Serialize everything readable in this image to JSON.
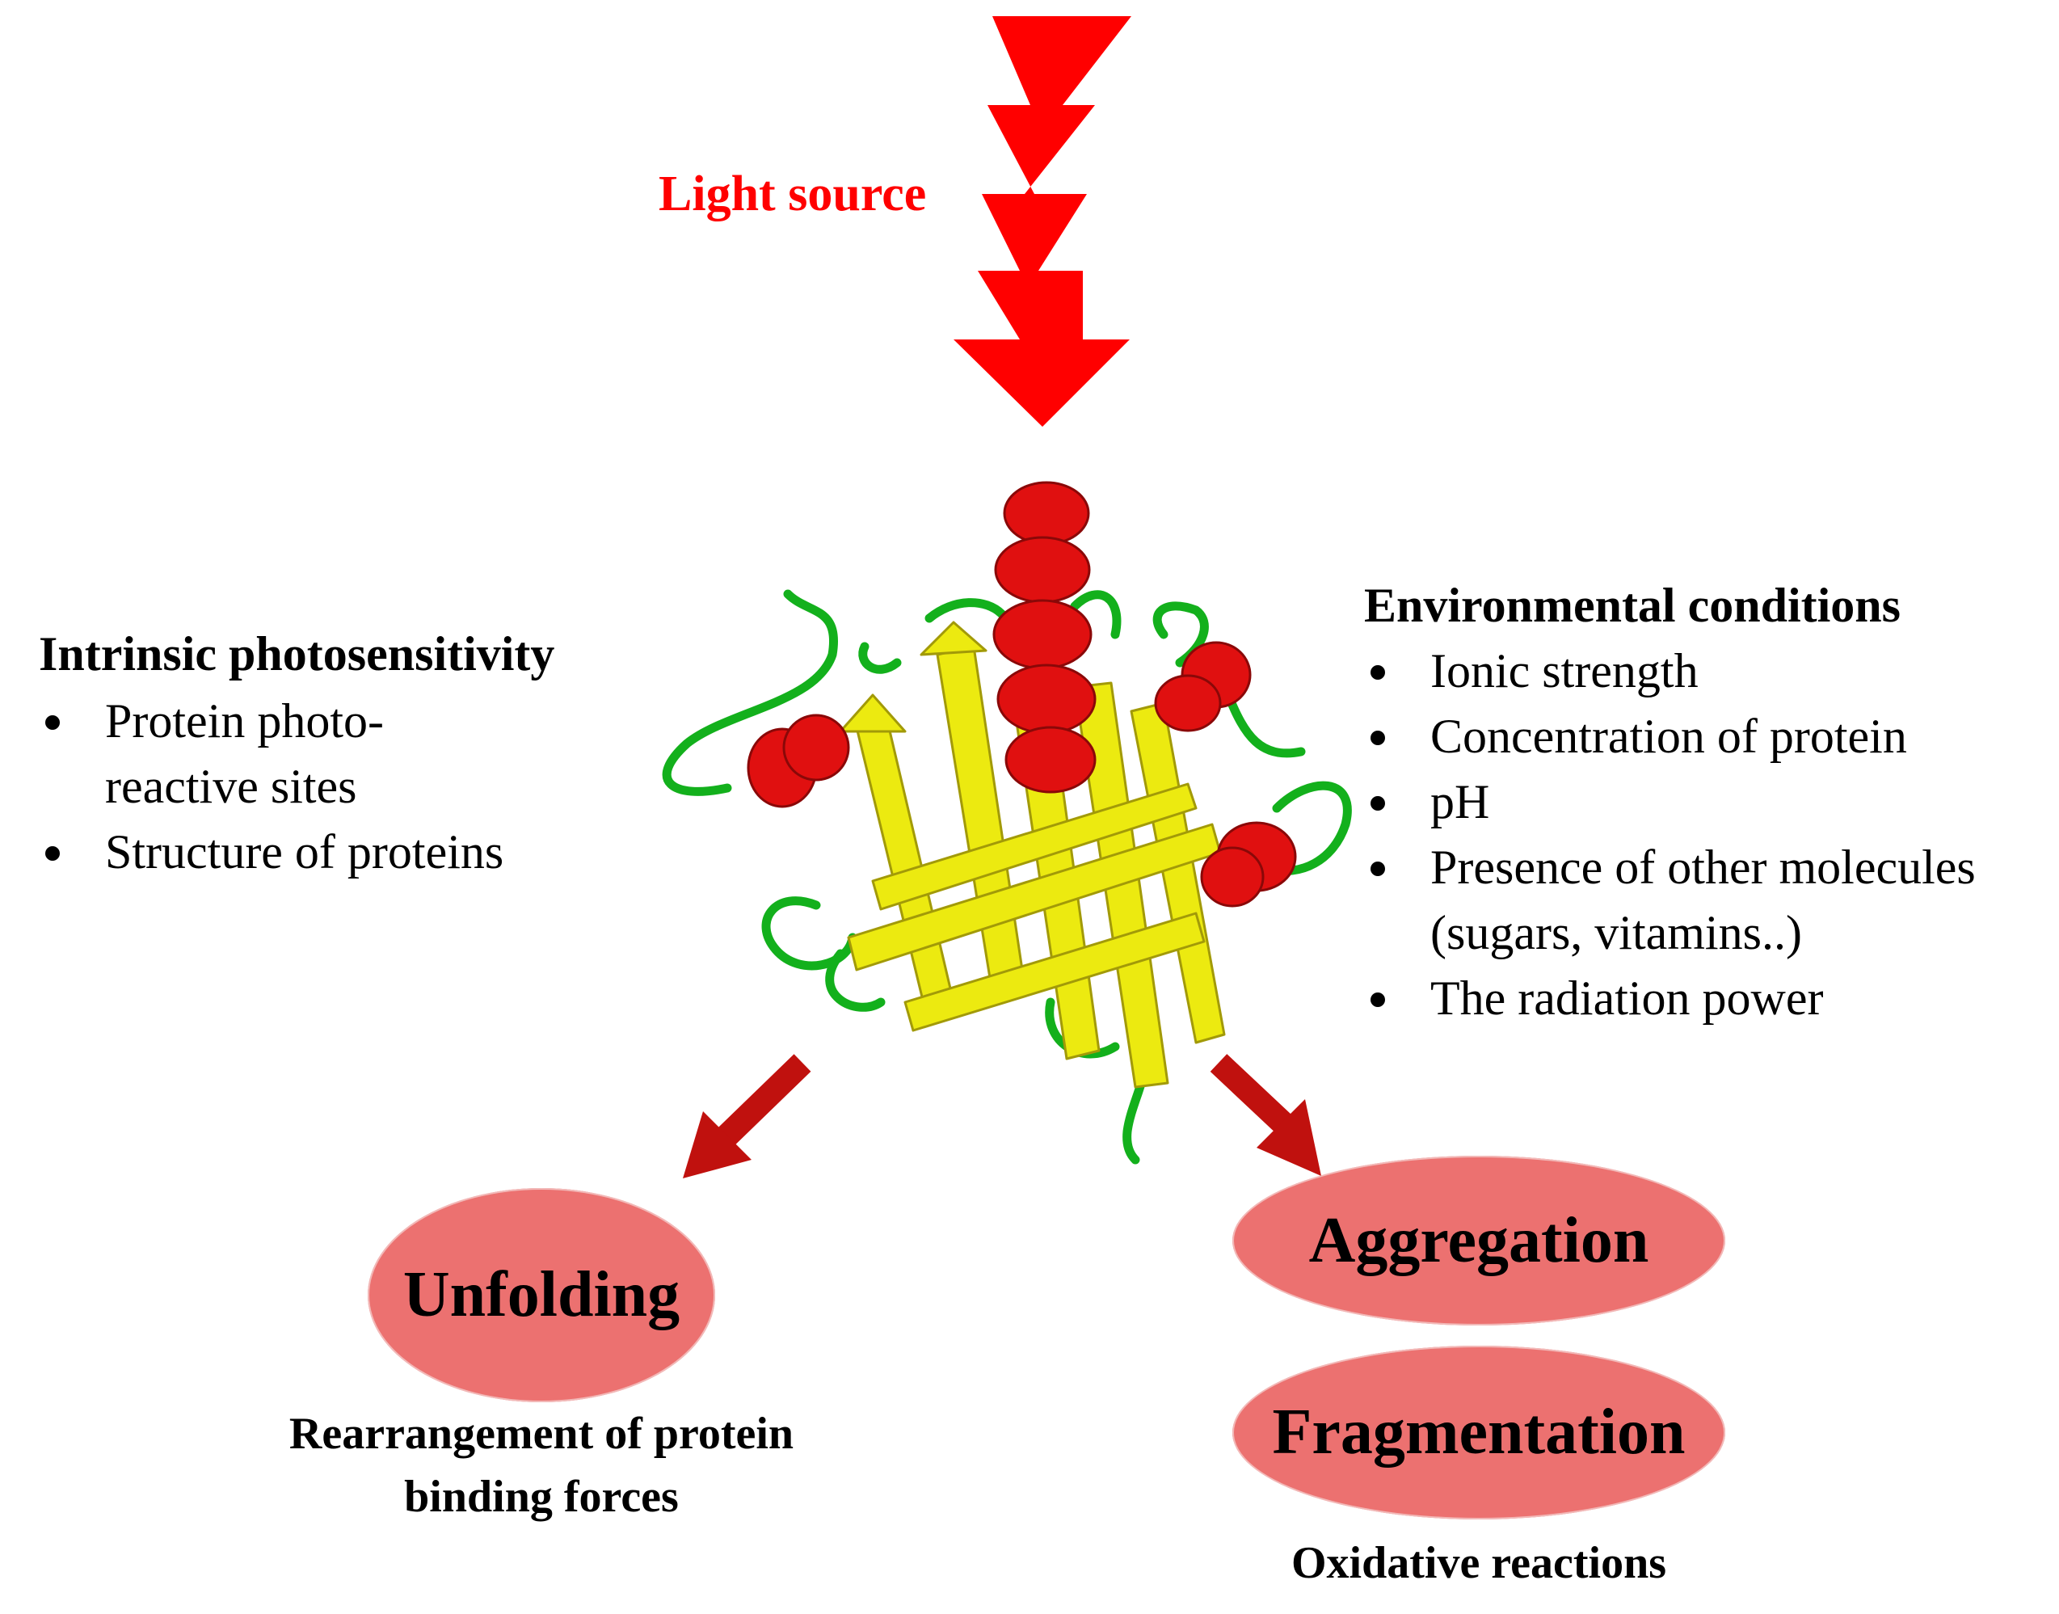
{
  "light": {
    "label": "Light source",
    "color": "#ff0000"
  },
  "intrinsic": {
    "heading": "Intrinsic photosensitivity",
    "items": [
      "Protein photo-reactive sites",
      "Structure of proteins"
    ]
  },
  "environmental": {
    "heading": "Environmental conditions",
    "items": [
      "Ionic strength",
      "Concentration of protein",
      "pH",
      "Presence of other molecules (sugars, vitamins..)",
      "The radiation power"
    ]
  },
  "outcomes": {
    "unfolding": {
      "label": "Unfolding",
      "caption": "Rearrangement of protein binding forces"
    },
    "aggregation": {
      "label": "Aggregation"
    },
    "fragmentation": {
      "label": "Fragmentation",
      "caption": "Oxidative reactions"
    }
  },
  "colors": {
    "ellipse": "#ec7170",
    "arrow": "#c0110e",
    "helix": "#e01010",
    "sheet": "#ecea10",
    "loop": "#13b01c"
  }
}
